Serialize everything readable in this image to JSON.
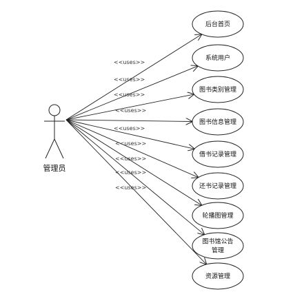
{
  "diagram": {
    "type": "uml-use-case",
    "actor": {
      "name": "管理员"
    },
    "relationship_label": "<<uses>>",
    "use_cases": [
      {
        "id": "uc1",
        "label_lines": [
          "后台首页"
        ]
      },
      {
        "id": "uc2",
        "label_lines": [
          "系统用户"
        ]
      },
      {
        "id": "uc3",
        "label_lines": [
          "图书类别管理"
        ]
      },
      {
        "id": "uc4",
        "label_lines": [
          "图书信息管理"
        ]
      },
      {
        "id": "uc5",
        "label_lines": [
          "借书记录管理"
        ]
      },
      {
        "id": "uc6",
        "label_lines": [
          "还书记录管理"
        ]
      },
      {
        "id": "uc7",
        "label_lines": [
          "轮播图管理"
        ]
      },
      {
        "id": "uc8",
        "label_lines": [
          "图书馆公告",
          "管理"
        ]
      },
      {
        "id": "uc9",
        "label_lines": [
          "资源管理"
        ]
      }
    ],
    "edges": [
      {
        "from": "actor",
        "to": "uc1",
        "label": "<<uses>>"
      },
      {
        "from": "actor",
        "to": "uc2",
        "label": "<<uses>>"
      },
      {
        "from": "actor",
        "to": "uc3",
        "label": "<<uses>>"
      },
      {
        "from": "actor",
        "to": "uc4",
        "label": "<<uses>>"
      },
      {
        "from": "actor",
        "to": "uc5",
        "label": "<<uses>>"
      },
      {
        "from": "actor",
        "to": "uc6",
        "label": "<<uses>>"
      },
      {
        "from": "actor",
        "to": "uc7",
        "label": "<<uses>>"
      },
      {
        "from": "actor",
        "to": "uc8",
        "label": "<<uses>>"
      },
      {
        "from": "actor",
        "to": "uc9",
        "label": "<<uses>>"
      }
    ]
  }
}
